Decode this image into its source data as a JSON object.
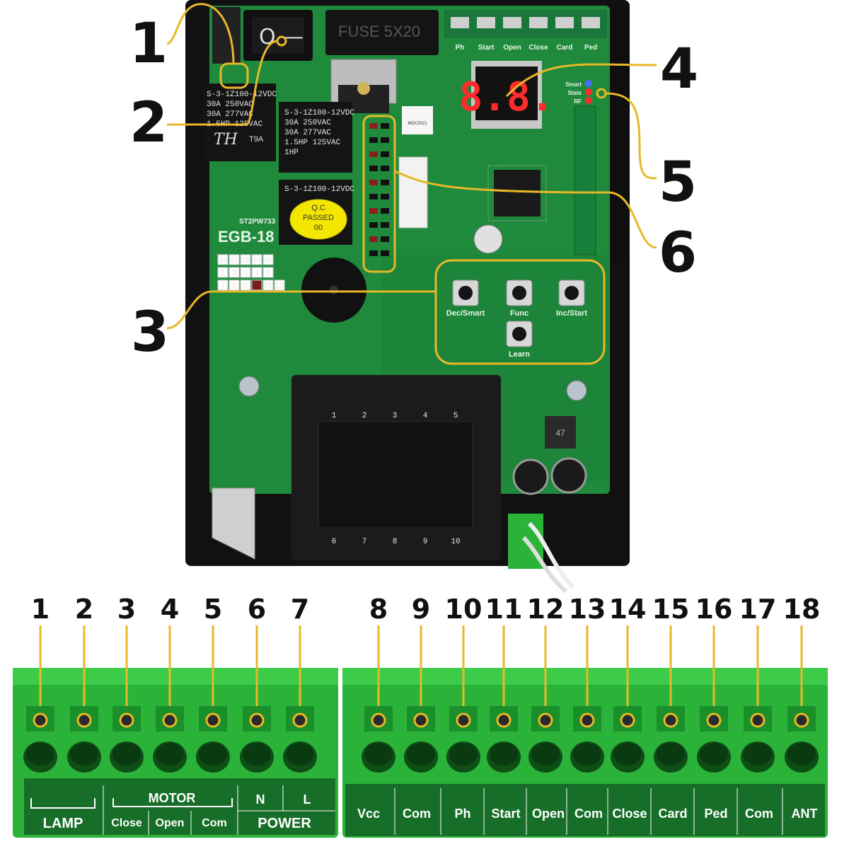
{
  "callouts": [
    "1",
    "2",
    "3",
    "4",
    "5",
    "6"
  ],
  "board": {
    "fuse_label": "FUSE 5X20",
    "top_inputs": [
      "Ph",
      "Start",
      "Open",
      "Close",
      "Card",
      "Ped"
    ],
    "relay_lines": [
      "S-3-1Z100-12VDC",
      "30A  250VAC",
      "30A  277VAC",
      "1.5HP 125VAC",
      "1HP"
    ],
    "relay_brand": "TH",
    "relay1_model": "T9A",
    "qc_lines": [
      "Q.C",
      "PASSED",
      "00"
    ],
    "model_code": "ST2PW733",
    "model_name": "EGB-18",
    "seven_segment": "8.8.",
    "led_labels": [
      "Smart",
      "State",
      "RF"
    ],
    "ic_label": "MOC3021",
    "inductor_label": "47",
    "buttons": [
      "Dec/Smart",
      "Func",
      "Inc/Start",
      "Learn"
    ],
    "jumper_grid": [
      [
        "26",
        "27",
        "28",
        "29",
        "30"
      ],
      [
        "1",
        "2",
        "3",
        "4",
        "5"
      ],
      [
        "7",
        "8",
        "9",
        "",
        "11",
        "12"
      ]
    ],
    "transformer_top": [
      "1",
      "2",
      "3",
      "4",
      "5"
    ],
    "transformer_bottom": [
      "6",
      "7",
      "8",
      "9",
      "10"
    ]
  },
  "terminal_numbers": [
    "1",
    "2",
    "3",
    "4",
    "5",
    "6",
    "7",
    "8",
    "9",
    "10",
    "11",
    "12",
    "13",
    "14",
    "15",
    "16",
    "17",
    "18"
  ],
  "left_block": {
    "lamp": "LAMP",
    "motor": "MOTOR",
    "motor_terms": [
      "Close",
      "Open",
      "Com"
    ],
    "power_terms": [
      "N",
      "L"
    ],
    "power": "POWER"
  },
  "right_block_labels": [
    "Vcc",
    "Com",
    "Ph",
    "Start",
    "Open",
    "Com",
    "Close",
    "Card",
    "Ped",
    "Com",
    "ANT"
  ],
  "colors": {
    "pcb": "#1f8a3c",
    "pcb_dark": "#16702f",
    "terminal_green": "#2bb339",
    "accent_gold": "#e8b828"
  }
}
